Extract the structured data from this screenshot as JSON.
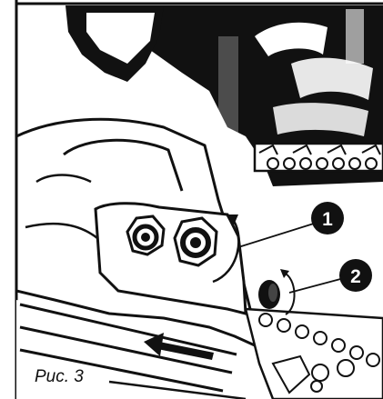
{
  "figure": {
    "caption": "Рис. 3"
  },
  "callouts": [
    {
      "number": "1"
    },
    {
      "number": "2"
    }
  ],
  "icons": {
    "rotation_arrow": "curved-arrow-icon",
    "direction_arrow": "left-arrow-icon"
  },
  "colors": {
    "ink": "#111111",
    "paper": "#ffffff"
  }
}
